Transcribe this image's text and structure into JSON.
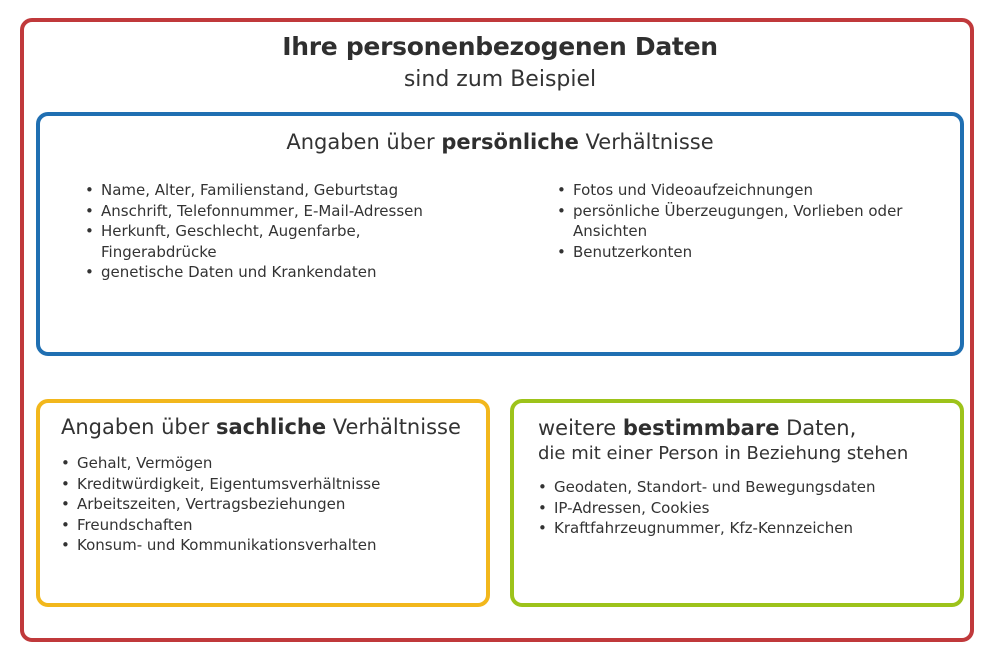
{
  "header": {
    "title": "Ihre personenbezogenen Daten",
    "subtitle": "sind zum Beispiel"
  },
  "colors": {
    "frame": "#c0393b",
    "blue": "#1f6fb2",
    "yellow": "#f2b71c",
    "green": "#9dc31a"
  },
  "personal": {
    "heading_pre": "Angaben über ",
    "heading_bold": "persönliche",
    "heading_post": " Verhältnisse",
    "left_items": [
      "Name, Alter, Familienstand, Geburtstag",
      "Anschrift, Telefonnummer, E-Mail-Adressen",
      "Herkunft, Geschlecht, Augenfarbe, Fingerabdrücke",
      "genetische Daten und Krankendaten"
    ],
    "right_items": [
      "Fotos und Videoaufzeichnungen",
      "persönliche Überzeugungen, Vorlieben oder Ansichten",
      "Benutzerkonten"
    ]
  },
  "factual": {
    "heading_pre": "Angaben über ",
    "heading_bold": "sachliche",
    "heading_post": " Verhältnisse",
    "items": [
      "Gehalt, Vermögen",
      "Kreditwürdigkeit, Eigentumsverhältnisse",
      "Arbeitszeiten, Vertragsbeziehungen",
      "Freundschaften",
      "Konsum- und Kommunikationsverhalten"
    ]
  },
  "determinable": {
    "heading_pre": "weitere ",
    "heading_bold": "bestimmbare",
    "heading_post": " Daten,",
    "subheading": "die mit einer Person in Beziehung stehen",
    "items": [
      "Geodaten, Standort- und Bewegungsdaten",
      "IP-Adressen, Cookies",
      "Kraftfahrzeugnummer, Kfz-Kennzeichen"
    ]
  }
}
